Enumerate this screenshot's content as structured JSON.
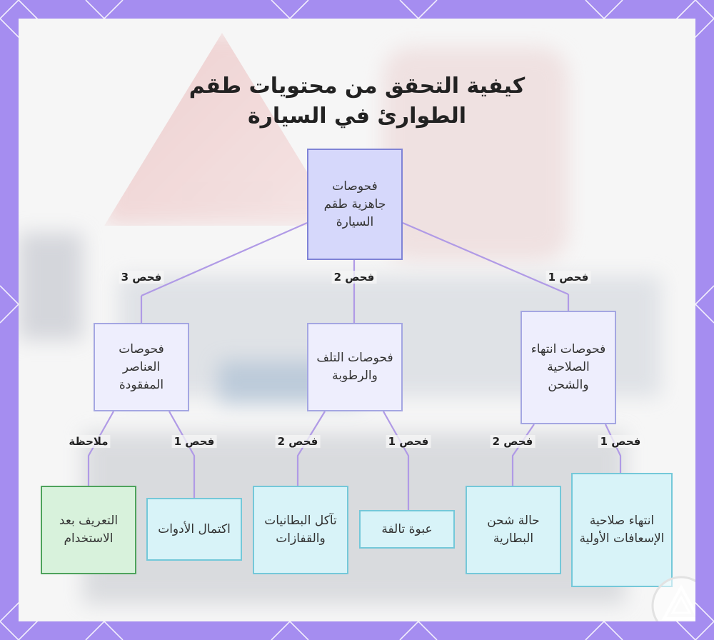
{
  "title_lines": [
    "كيفية التحقق من محتويات طقم",
    "الطوارئ في السيارة"
  ],
  "nodes": {
    "root": "فحوصات جاهزية طقم السيارة",
    "missing": "فحوصات العناصر المفقودة",
    "damage": "فحوصات التلف والرطوبة",
    "expiry": "فحوصات انتهاء الصلاحية والشحن",
    "define": "التعريف بعد الاستخدام",
    "complete": "اكتمال الأدوات",
    "corrosion": "تآكل البطانيات والقفازات",
    "damaged": "عبوة تالفة",
    "battery": "حالة شحن البطارية",
    "firstaid": "انتهاء صلاحية الإسعافات الأولية"
  },
  "edges": {
    "check1": "فحص 1",
    "check2": "فحص 2",
    "check3": "فحص 3",
    "note": "ملاحظة"
  },
  "colors": {
    "frame": "#a58df0",
    "edge": "#b09ae6",
    "root_fill": "#d6d8fb",
    "leaf_fill": "#d8f3f8",
    "note_fill": "#d8f2dc"
  }
}
